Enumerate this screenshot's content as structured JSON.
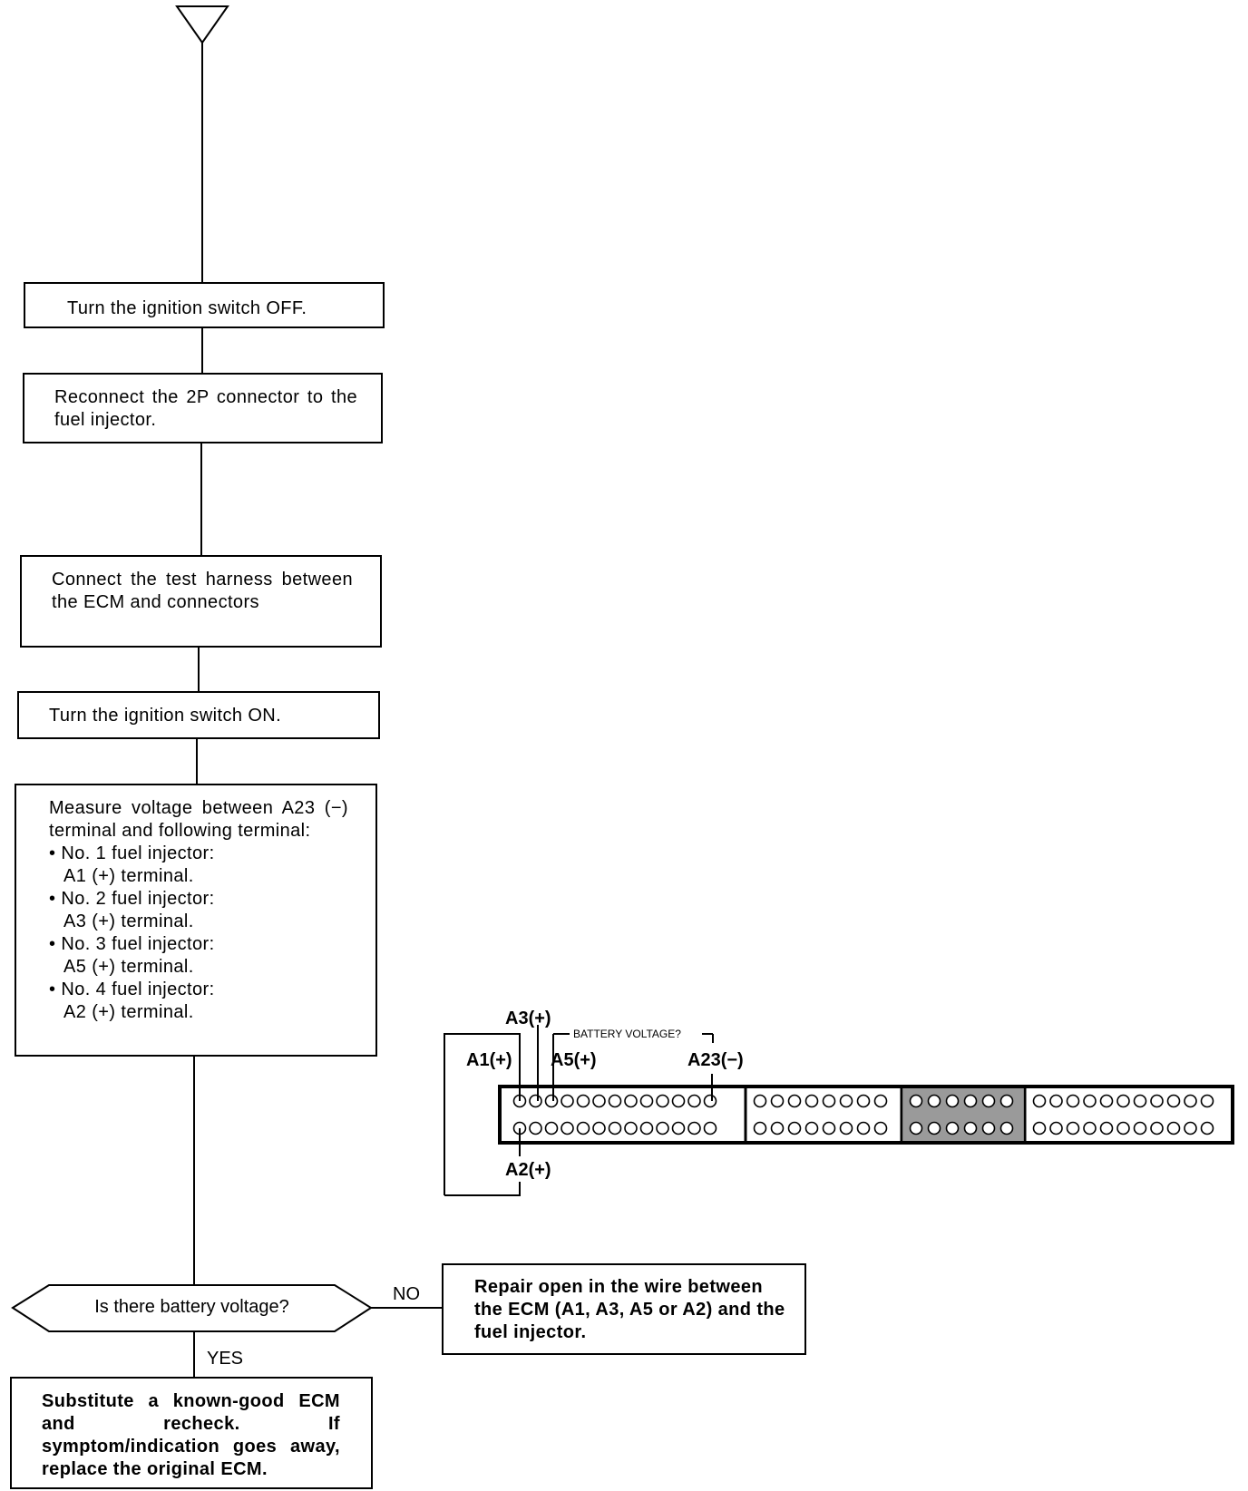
{
  "steps": [
    {
      "text": "Turn the ignition switch OFF."
    },
    {
      "text": "Reconnect the 2P connector to the fuel injector."
    },
    {
      "text": "Connect the test harness between the ECM and connectors"
    },
    {
      "text": "Turn the ignition switch ON."
    }
  ],
  "measure": {
    "intro": "Measure voltage between A23 (−) terminal and following terminal:",
    "items": [
      {
        "head": "• No. 1 fuel injector:",
        "sub": "A1 (+) terminal."
      },
      {
        "head": "• No. 2 fuel injector:",
        "sub": "A3 (+) terminal."
      },
      {
        "head": "• No. 3 fuel injector:",
        "sub": "A5 (+) terminal."
      },
      {
        "head": "• No. 4 fuel injector:",
        "sub": "A2 (+) terminal."
      }
    ]
  },
  "decision": {
    "text": "Is there battery voltage?",
    "no_label": "NO",
    "yes_label": "YES"
  },
  "no_action": "Repair open in the wire between the ECM (A1, A3, A5 or A2) and the fuel injector.",
  "yes_action": "Substitute a known-good ECM and recheck. If symptom/indication goes away, replace the original ECM.",
  "connector": {
    "labels": {
      "a3": "A3(+)",
      "battery": "BATTERY VOLTAGE?",
      "a1": "A1(+)",
      "a5": "A5(+)",
      "a23": "A23(−)",
      "a2": "A2(+)"
    }
  }
}
